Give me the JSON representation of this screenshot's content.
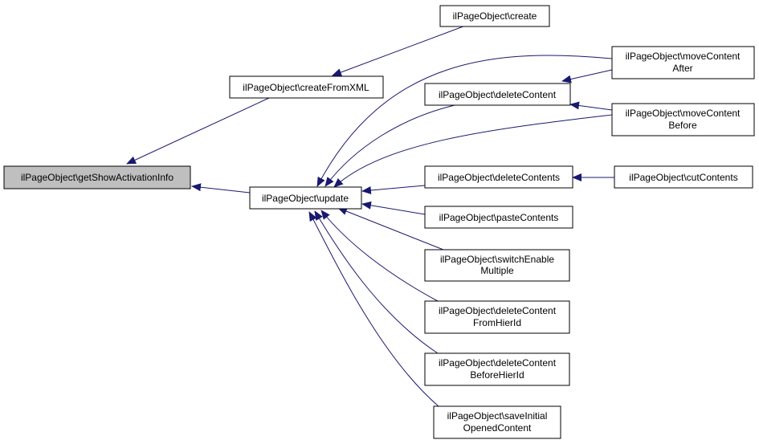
{
  "graph": {
    "edge_color": "#191970",
    "node_border": "#000000",
    "root_fill": "#bfbfbf",
    "node_fill": "#ffffff",
    "nodes": {
      "getShowActivationInfo": {
        "lines": [
          "ilPageObject\\getShowActivationInfo"
        ]
      },
      "createFromXML": {
        "lines": [
          "ilPageObject\\createFromXML"
        ]
      },
      "create": {
        "lines": [
          "ilPageObject\\create"
        ]
      },
      "update": {
        "lines": [
          "ilPageObject\\update"
        ]
      },
      "deleteContent": {
        "lines": [
          "ilPageObject\\deleteContent"
        ]
      },
      "moveContentAfter": {
        "lines": [
          "ilPageObject\\moveContent",
          "After"
        ]
      },
      "moveContentBefore": {
        "lines": [
          "ilPageObject\\moveContent",
          "Before"
        ]
      },
      "deleteContents": {
        "lines": [
          "ilPageObject\\deleteContents"
        ]
      },
      "cutContents": {
        "lines": [
          "ilPageObject\\cutContents"
        ]
      },
      "pasteContents": {
        "lines": [
          "ilPageObject\\pasteContents"
        ]
      },
      "switchEnableMultiple": {
        "lines": [
          "ilPageObject\\switchEnable",
          "Multiple"
        ]
      },
      "deleteContentFromHierId": {
        "lines": [
          "ilPageObject\\deleteContent",
          "FromHierId"
        ]
      },
      "deleteContentBeforeHierId": {
        "lines": [
          "ilPageObject\\deleteContent",
          "BeforeHierId"
        ]
      },
      "saveInitialOpenedContent": {
        "lines": [
          "ilPageObject\\saveInitial",
          "OpenedContent"
        ]
      }
    }
  }
}
